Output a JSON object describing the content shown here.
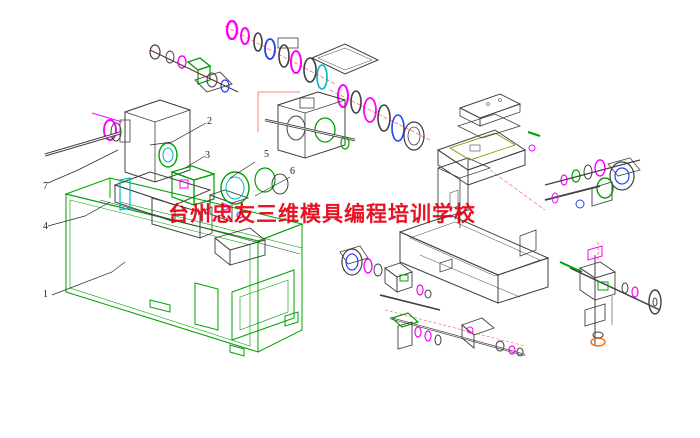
{
  "figure": {
    "callouts": [
      {
        "id": "1",
        "text": "1"
      },
      {
        "id": "2",
        "text": "2"
      },
      {
        "id": "3",
        "text": "3"
      },
      {
        "id": "4",
        "text": "4"
      },
      {
        "id": "5",
        "text": "5"
      },
      {
        "id": "6",
        "text": "6"
      },
      {
        "id": "7",
        "text": "7"
      }
    ],
    "watermark": "台州忠友三维模具编程培训学校",
    "colors": {
      "background": "#ffffff",
      "machine_bed": "#00a000",
      "headstock": "#00b8c8",
      "parts_outline": "#404040",
      "accent_magenta": "#ff00ff",
      "accent_red": "#e60012",
      "accent_blue": "#2040ff",
      "centerline": "#ff0000"
    }
  }
}
